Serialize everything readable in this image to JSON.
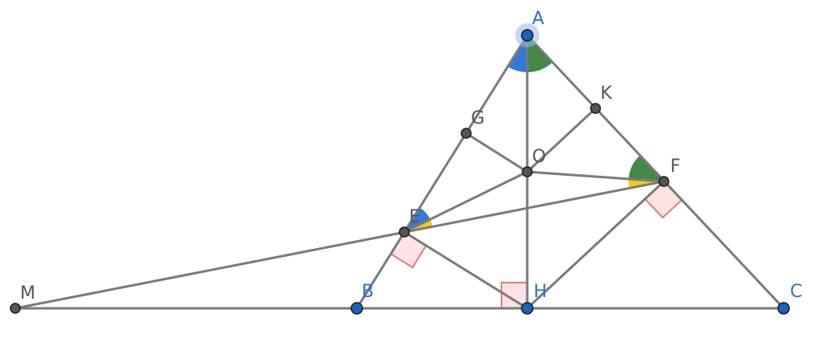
{
  "colors": {
    "segment": "#7a7a7a",
    "free_point": "#1565c0",
    "dependent_point": "#555555",
    "angle_blue": "#1e6ad6",
    "angle_green": "#2e7d32",
    "angle_yellow": "#f2c700",
    "right_angle_fill": "#fde3e3",
    "right_angle_stroke": "#e07b7b",
    "selection_halo": "#9db8e8"
  },
  "points": [
    {
      "label": "A",
      "kind": "free",
      "selected": true
    },
    {
      "label": "B",
      "kind": "free"
    },
    {
      "label": "C",
      "kind": "free"
    },
    {
      "label": "H",
      "kind": "free"
    },
    {
      "label": "M",
      "kind": "dependent"
    },
    {
      "label": "E",
      "kind": "dependent"
    },
    {
      "label": "F",
      "kind": "dependent"
    },
    {
      "label": "G",
      "kind": "dependent"
    },
    {
      "label": "K",
      "kind": "dependent"
    },
    {
      "label": "O",
      "kind": "dependent"
    }
  ],
  "segments": [
    [
      "M",
      "C"
    ],
    [
      "A",
      "B"
    ],
    [
      "A",
      "C"
    ],
    [
      "A",
      "H"
    ],
    [
      "M",
      "F"
    ],
    [
      "E",
      "O"
    ],
    [
      "O",
      "F"
    ],
    [
      "G",
      "O"
    ],
    [
      "O",
      "K"
    ],
    [
      "E",
      "H"
    ],
    [
      "H",
      "F"
    ]
  ],
  "right_angles": [
    "H",
    "E",
    "F"
  ],
  "angle_marks": [
    {
      "vertex": "A",
      "color": "blue"
    },
    {
      "vertex": "A",
      "color": "green"
    },
    {
      "vertex": "E",
      "color": "blue"
    },
    {
      "vertex": "E",
      "color": "yellow"
    },
    {
      "vertex": "F",
      "color": "green"
    },
    {
      "vertex": "F",
      "color": "yellow"
    }
  ]
}
